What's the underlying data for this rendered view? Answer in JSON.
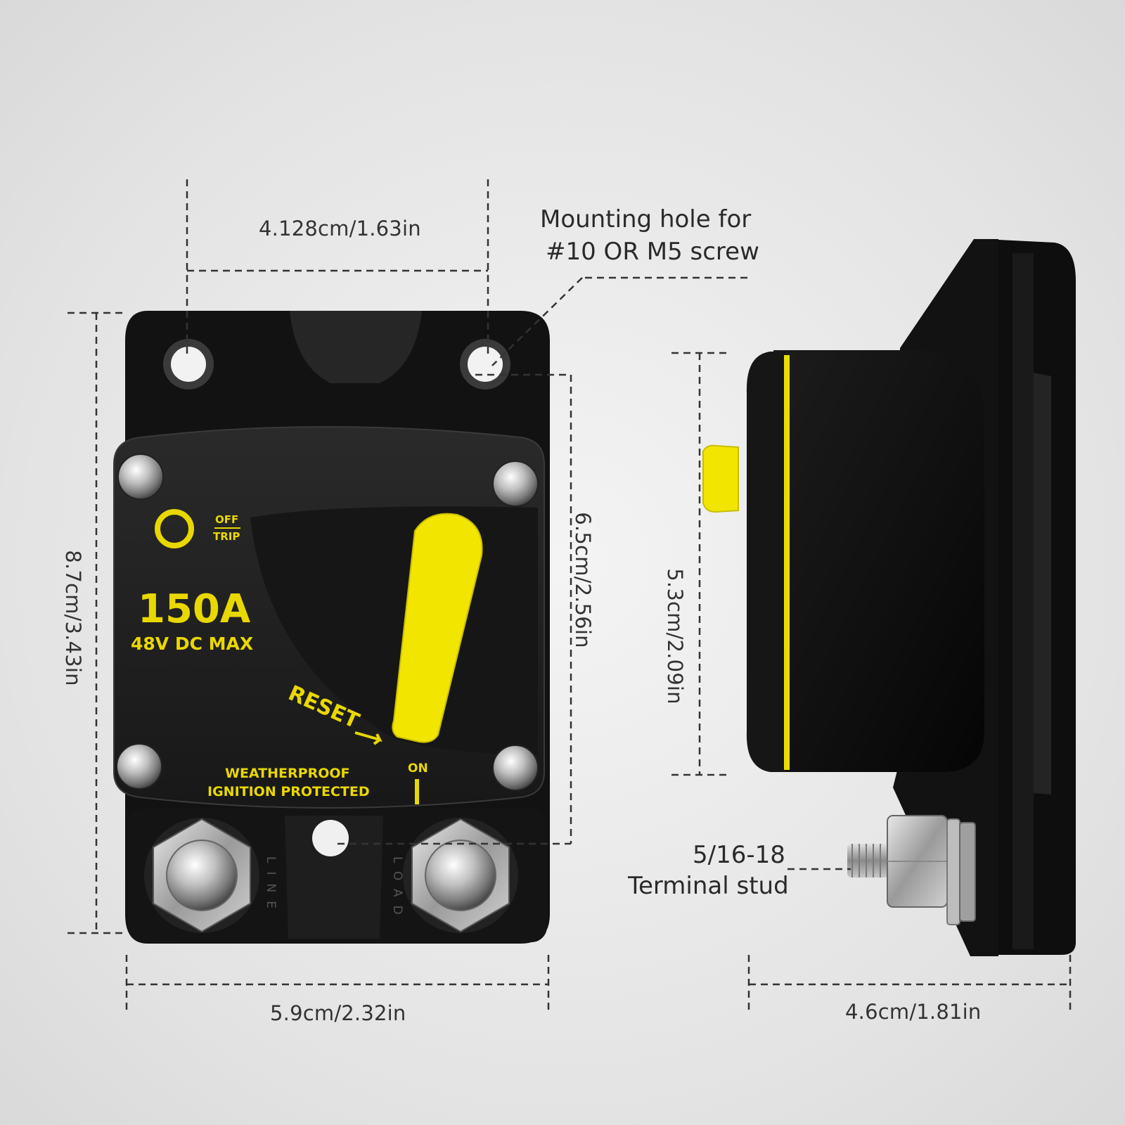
{
  "product": {
    "rating": "150A",
    "voltage": "48V DC MAX",
    "off_trip_top": "OFF",
    "off_trip_bottom": "TRIP",
    "reset": "RESET",
    "on": "ON",
    "weatherproof": "WEATHERPROOF",
    "ignition": "IGNITION PROTECTED",
    "line": "LINE",
    "load": "LOAD"
  },
  "dimensions": {
    "hole_spacing": "4.128cm/1.63in",
    "height_total": "8.7cm/3.43in",
    "height_body": "6.5cm/2.56in",
    "width_front": "5.9cm/2.32in",
    "depth_side": "4.6cm/1.81in",
    "height_side": "5.3cm/2.09in"
  },
  "notes": {
    "mount_line1": "Mounting hole for",
    "mount_line2": "#10 OR M5 screw",
    "stud_line1": "5/16-18",
    "stud_line2": "Terminal stud"
  },
  "colors": {
    "accent_yellow": "#f2e600",
    "body_black": "#141414",
    "dim_line": "#333333"
  }
}
